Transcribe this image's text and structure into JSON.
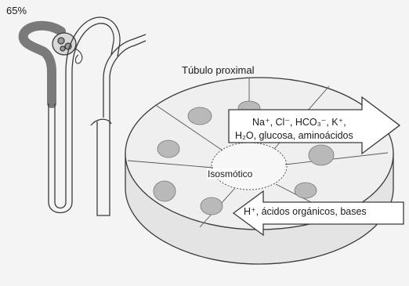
{
  "labels": {
    "percent": "65%",
    "title": "Túbulo proximal",
    "reabsorbed_line1": "Na⁺, Cl⁻, HCO₃⁻, K⁺,",
    "reabsorbed_line2": "H₂O, glucosa, aminoácidos",
    "isosmotic": "Isosmótico",
    "secreted": "H⁺, ácidos orgánicos, bases"
  },
  "colors": {
    "background": "#f4f4f4",
    "highlighted_segment": "#7a7a7a",
    "nuclei": "#b9b9b9",
    "tissue": "#ededed",
    "outline": "#3a3a3a"
  }
}
